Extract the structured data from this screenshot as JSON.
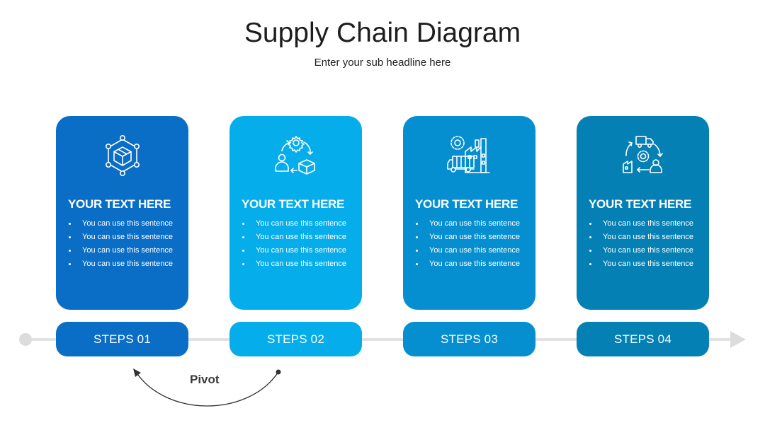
{
  "header": {
    "title": "Supply Chain Diagram",
    "subtitle": "Enter your sub headline here"
  },
  "cards": [
    {
      "color": "#0a6dc6",
      "icon": "cube-network-icon",
      "heading": "YOUR TEXT HERE",
      "bullets": [
        "You can use this sentence",
        "You can use this sentence",
        "You can use this sentence",
        "You can use this sentence"
      ],
      "step_label": "STEPS 01"
    },
    {
      "color": "#05adeb",
      "icon": "person-gear-box-cycle-icon",
      "heading": "YOUR TEXT HERE",
      "bullets": [
        "You can use this sentence",
        "You can use this sentence",
        "You can use this sentence",
        "You can use this sentence"
      ],
      "step_label": "STEPS 02"
    },
    {
      "color": "#068fd0",
      "icon": "factory-truck-gear-icon",
      "heading": "YOUR TEXT HERE",
      "bullets": [
        "You can use this sentence",
        "You can use this sentence",
        "You can use this sentence",
        "You can use this sentence"
      ],
      "step_label": "STEPS 03"
    },
    {
      "color": "#0480b4",
      "icon": "supply-cycle-icon",
      "heading": "YOUR TEXT HERE",
      "bullets": [
        "You can use this sentence",
        "You can use this sentence",
        "You can use this sentence",
        "You can use this sentence"
      ],
      "step_label": "STEPS 04"
    }
  ],
  "pivot": {
    "label": "Pivot"
  },
  "colors": {
    "timeline": "#e2e2e2",
    "arc": "#333333"
  }
}
